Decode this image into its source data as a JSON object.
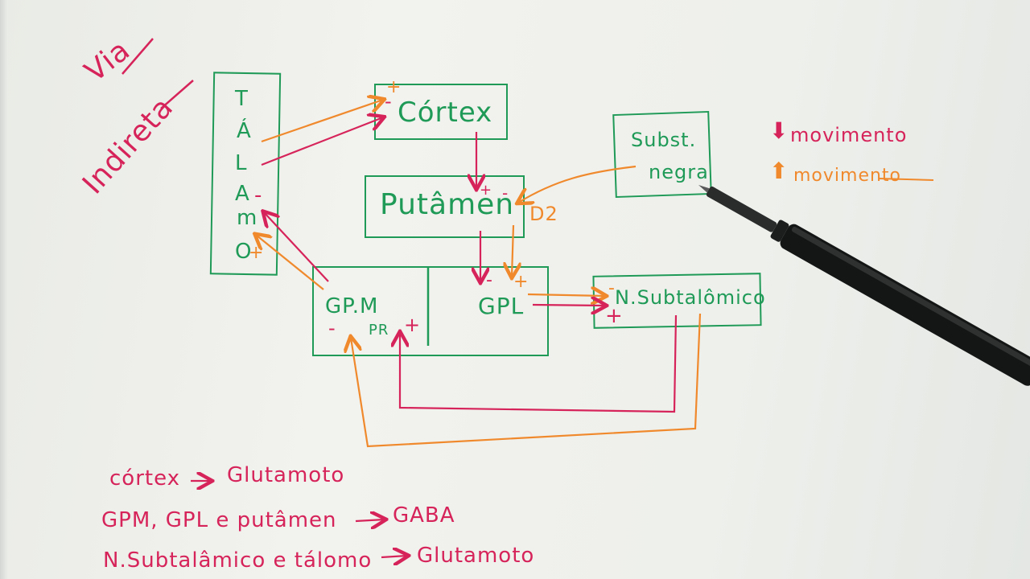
{
  "title": {
    "line1": "Via",
    "line2": "Indireta"
  },
  "thalamus": {
    "letters": [
      "T",
      "Á",
      "L",
      "A",
      "m",
      "O"
    ],
    "sign_minus": "-",
    "sign_plus": "+"
  },
  "cortex": {
    "label": "Córtex",
    "sign_plus": "+",
    "sign_minus": "-"
  },
  "putamen": {
    "label": "Putâmen",
    "sign_plus": "+",
    "sign_minus": "-",
    "receptor": "D2"
  },
  "substantia_nigra": {
    "line1": "Subst.",
    "line2": "negra"
  },
  "gpm": {
    "label": "GP.M",
    "sub": "PR",
    "sign_minus": "-",
    "sign_plus": "+"
  },
  "gpl": {
    "label": "GPL",
    "sign_minus": "-",
    "sign_plus": "+"
  },
  "subthalamic": {
    "label": "N.Subtalômico",
    "sign_minus": "-",
    "sign_plus": "+"
  },
  "legend": {
    "down": {
      "arrow": "⬇",
      "text": "movimento",
      "color": "#d6245a"
    },
    "up": {
      "arrow": "⬆",
      "text": "movimento",
      "color": "#f0892c"
    }
  },
  "notes": [
    {
      "left": "córtex",
      "arrow": "→",
      "right": "Glutamoto"
    },
    {
      "left": "GPM, GPL e putâmen",
      "arrow": "→",
      "right": "GABA"
    },
    {
      "left": "N.Subtalâmico e tálomo",
      "arrow": "→",
      "right": "Glutamoto"
    }
  ],
  "colors": {
    "green": "#1f9a57",
    "red": "#d6245a",
    "orange": "#f0892c"
  }
}
